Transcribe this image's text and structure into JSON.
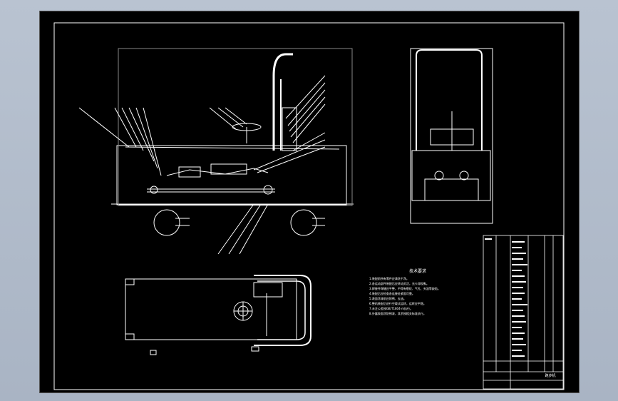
{
  "viewer": {
    "background_color": "#b4bfce",
    "sheet_color": "#000000",
    "line_color": "#ffffff"
  },
  "drawing": {
    "notes_title": "技术要求",
    "notes": [
      "1.装配前所有零件应清洗干净。",
      "2.各运动部件装配后应转动灵活，无卡滞现象。",
      "3.焊接件焊缝应平整，不得有裂纹、气孔、夹渣等缺陷。",
      "4.装配后应检查各连接处紧固可靠。",
      "5.表面涂漆前应除锈、去油。",
      "6.整机装配后进行空载试运转，运转应平稳。",
      "7.未注公差按GB/T1804-m执行。",
      "8.外露表面涂防锈漆，其余按相关标准执行。"
    ],
    "title_block": {
      "name": "跑步机"
    }
  }
}
